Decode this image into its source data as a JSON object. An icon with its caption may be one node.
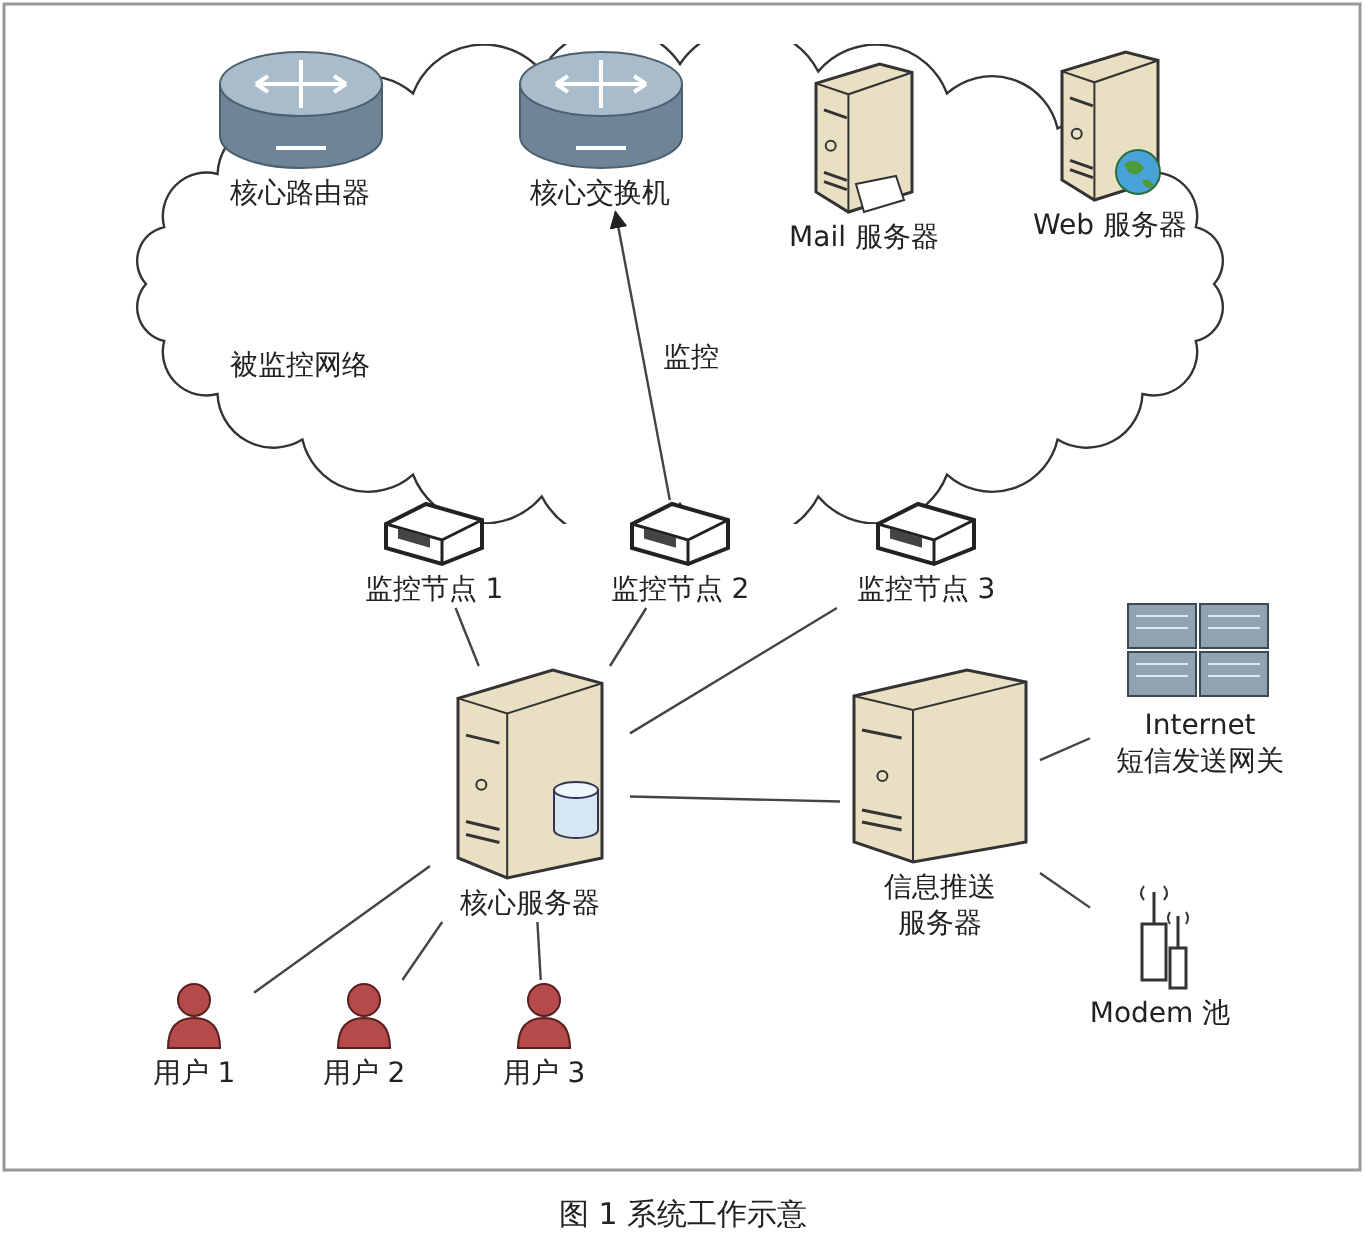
{
  "diagram": {
    "caption": "图 1 系统工作示意",
    "nodes": [
      {
        "text": [
          "被监控网络"
        ]
      },
      {
        "text": [
          "核心路由器"
        ],
        "in": 0
      },
      {
        "text": [
          "核心交换机"
        ],
        "in": 0
      },
      {
        "text": [
          "Mail 服务器"
        ],
        "in": 0
      },
      {
        "text": [
          "Web 服务器"
        ],
        "in": 0
      },
      {
        "text": [
          "监控节点 1"
        ]
      },
      {
        "text": [
          "监控节点 2"
        ]
      },
      {
        "text": [
          "监控节点 3"
        ]
      },
      {
        "text": [
          "核心服务器"
        ]
      },
      {
        "text": [
          "信息推送服务器"
        ]
      },
      {
        "text": [
          "Internet 短信发送网关"
        ]
      },
      {
        "text": [
          "用户 1"
        ]
      },
      {
        "text": [
          "用户 2"
        ]
      },
      {
        "text": [
          "用户 3"
        ]
      },
      {
        "text": [
          "Modem 池"
        ]
      }
    ],
    "edges": [
      {
        "from": 6,
        "to": 2,
        "arrow": "to",
        "label": "监控"
      },
      {
        "from": 8,
        "to": 5,
        "arrow": "none"
      },
      {
        "from": 8,
        "to": 6,
        "arrow": "none"
      },
      {
        "from": 8,
        "to": 7,
        "arrow": "none"
      },
      {
        "from": 8,
        "to": 9,
        "arrow": "none"
      },
      {
        "from": 9,
        "to": 10,
        "arrow": "none"
      },
      {
        "from": 9,
        "to": 14,
        "arrow": "none"
      },
      {
        "from": 8,
        "to": 11,
        "arrow": "none"
      },
      {
        "from": 8,
        "to": 12,
        "arrow": "none"
      },
      {
        "from": 8,
        "to": 13,
        "arrow": "none"
      }
    ]
  }
}
